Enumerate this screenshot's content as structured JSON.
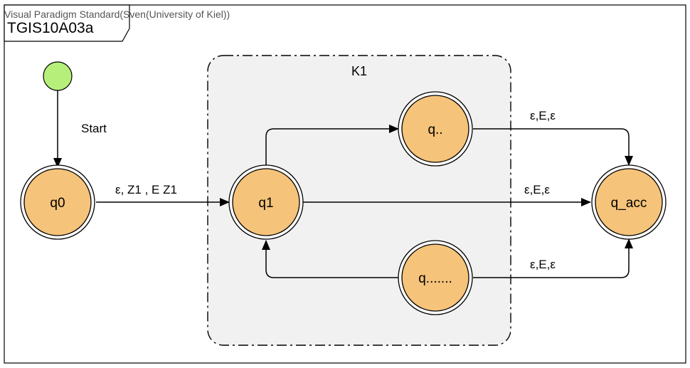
{
  "watermark": "Visual Paradigm Standard(Sven(University of Kiel))",
  "frame_title": "TGIS10A03a",
  "region_label": "K1",
  "start_label": "Start",
  "states": {
    "q0": "q0",
    "q1": "q1",
    "q_dots2": "q..",
    "q_dots7": "q.......",
    "q_acc": "q_acc"
  },
  "transitions": {
    "q0_q1": "ε, Z1 , E Z1",
    "qdots2_qacc": "ε,E,ε",
    "q1_qacc": "ε,E,ε",
    "qdots7_qacc": "ε,E,ε"
  },
  "colors": {
    "state_fill": "#F5C37A",
    "initial_fill": "#B6F07A",
    "region_fill": "#F1F1F1"
  }
}
